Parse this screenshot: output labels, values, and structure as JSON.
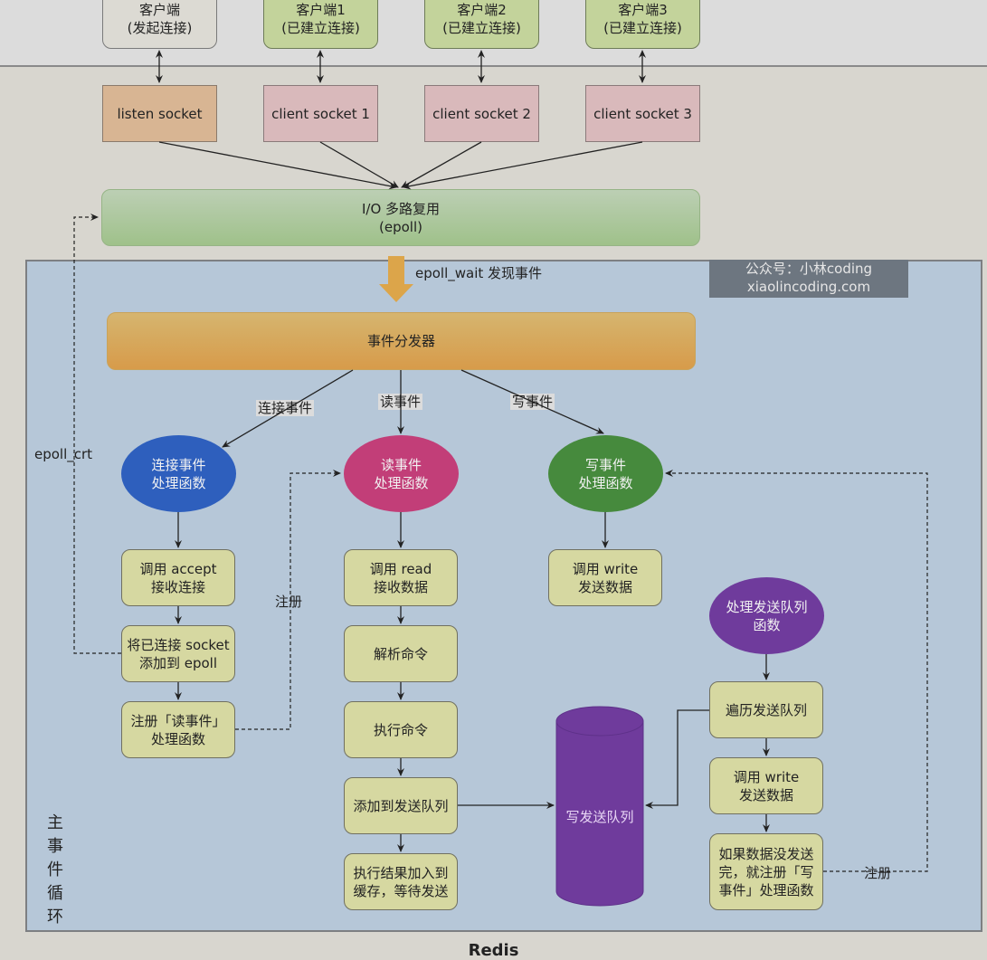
{
  "clients": [
    {
      "line1": "客户端",
      "line2": "(发起连接)"
    },
    {
      "line1": "客户端1",
      "line2": "(已建立连接)"
    },
    {
      "line1": "客户端2",
      "line2": "(已建立连接)"
    },
    {
      "line1": "客户端3",
      "line2": "(已建立连接)"
    }
  ],
  "sockets": [
    "listen socket",
    "client socket 1",
    "client socket 2",
    "client socket 3"
  ],
  "io_multiplex": {
    "line1": "I/O 多路复用",
    "line2": "(epoll)"
  },
  "epoll_wait_label": "epoll_wait 发现事件",
  "watermark": {
    "line1": "公众号：小林coding",
    "line2": "xiaolincoding.com"
  },
  "dispatcher": "事件分发器",
  "edge_labels": {
    "connect": "连接事件",
    "read": "读事件",
    "write": "写事件",
    "epoll_crt": "epoll_crt",
    "register_left": "注册",
    "register_right": "注册"
  },
  "handlers": {
    "connect": "连接事件\n处理函数",
    "read": "读事件\n处理函数",
    "write": "写事件\n处理函数",
    "send_queue": "处理发送队列\n函数"
  },
  "connect_steps": [
    "调用 accept\n接收连接",
    "将已连接 socket\n添加到 epoll",
    "注册「读事件」\n处理函数"
  ],
  "read_steps": [
    "调用 read\n接收数据",
    "解析命令",
    "执行命令",
    "添加到发送队列",
    "执行结果加入到\n缓存，等待发送"
  ],
  "write_steps": [
    "调用 write\n发送数据"
  ],
  "queue_steps": [
    "遍历发送队列",
    "调用 write\n发送数据",
    "如果数据没发送\n完，就注册「写\n事件」处理函数"
  ],
  "queue_store": "写发送队列",
  "main_loop_label": "主\n事\n件\n循\n环",
  "title": "Redis"
}
